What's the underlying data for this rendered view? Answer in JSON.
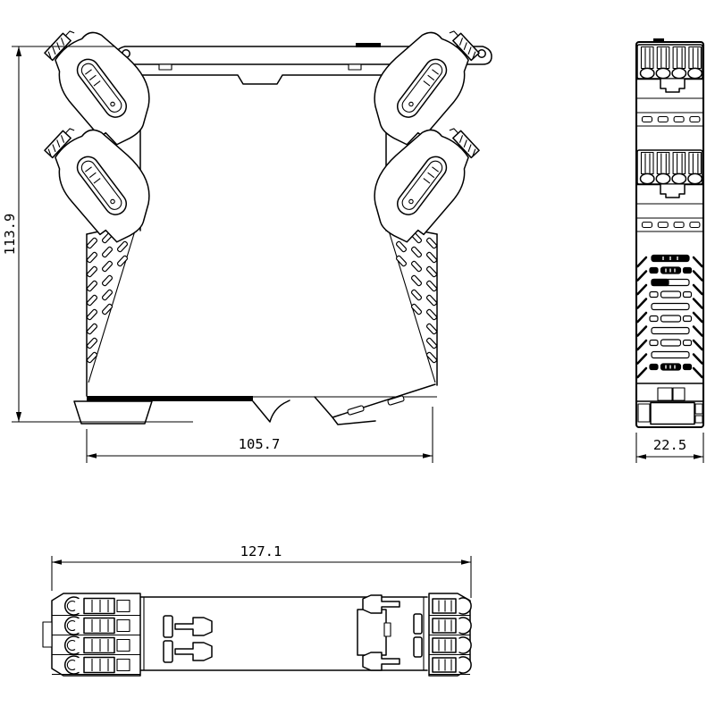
{
  "drawing": {
    "type": "technical-drawing",
    "background": "#ffffff",
    "line_color": "#000000",
    "views": {
      "front": {
        "height_dim": "113.9",
        "width_dim": "105.7"
      },
      "side": {
        "width_dim": "22.5"
      },
      "top": {
        "length_dim": "127.1"
      }
    }
  }
}
